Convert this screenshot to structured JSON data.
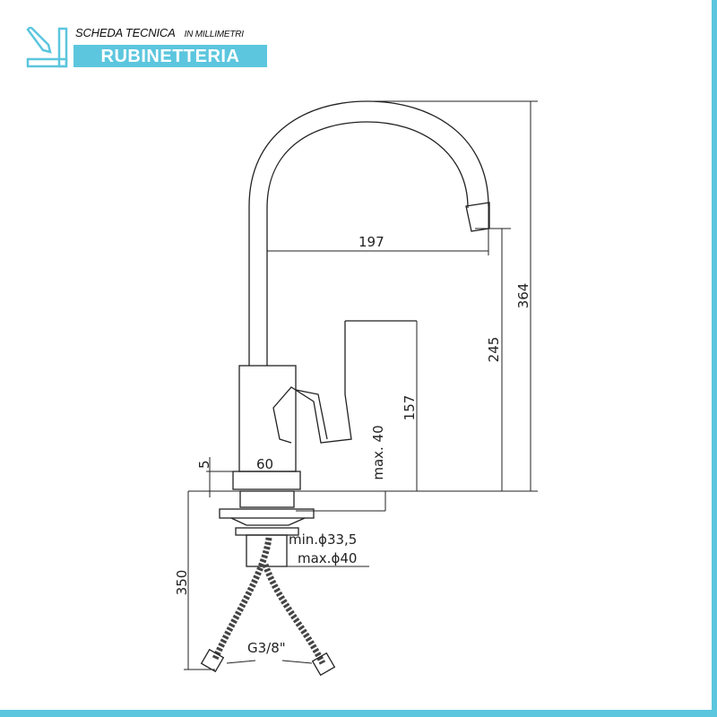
{
  "header": {
    "title": "SCHEDA TECNICA",
    "unit_note": "IN MILLIMETRI",
    "category": "RUBINETTERIA",
    "logo_icon": "ruler-pencil-icon"
  },
  "dimensions": {
    "spout_reach": "197",
    "total_height": "364",
    "spout_height": "245",
    "handle_height": "157",
    "max_deck_thickness": "max. 40",
    "base_width": "60",
    "base_thickness": "5",
    "hose_length": "350",
    "hole_min": "min.ϕ33,5",
    "hole_max": "max.ϕ40",
    "connection": "G3/8\""
  },
  "colors": {
    "accent": "#5cc6de",
    "line": "#222222"
  }
}
